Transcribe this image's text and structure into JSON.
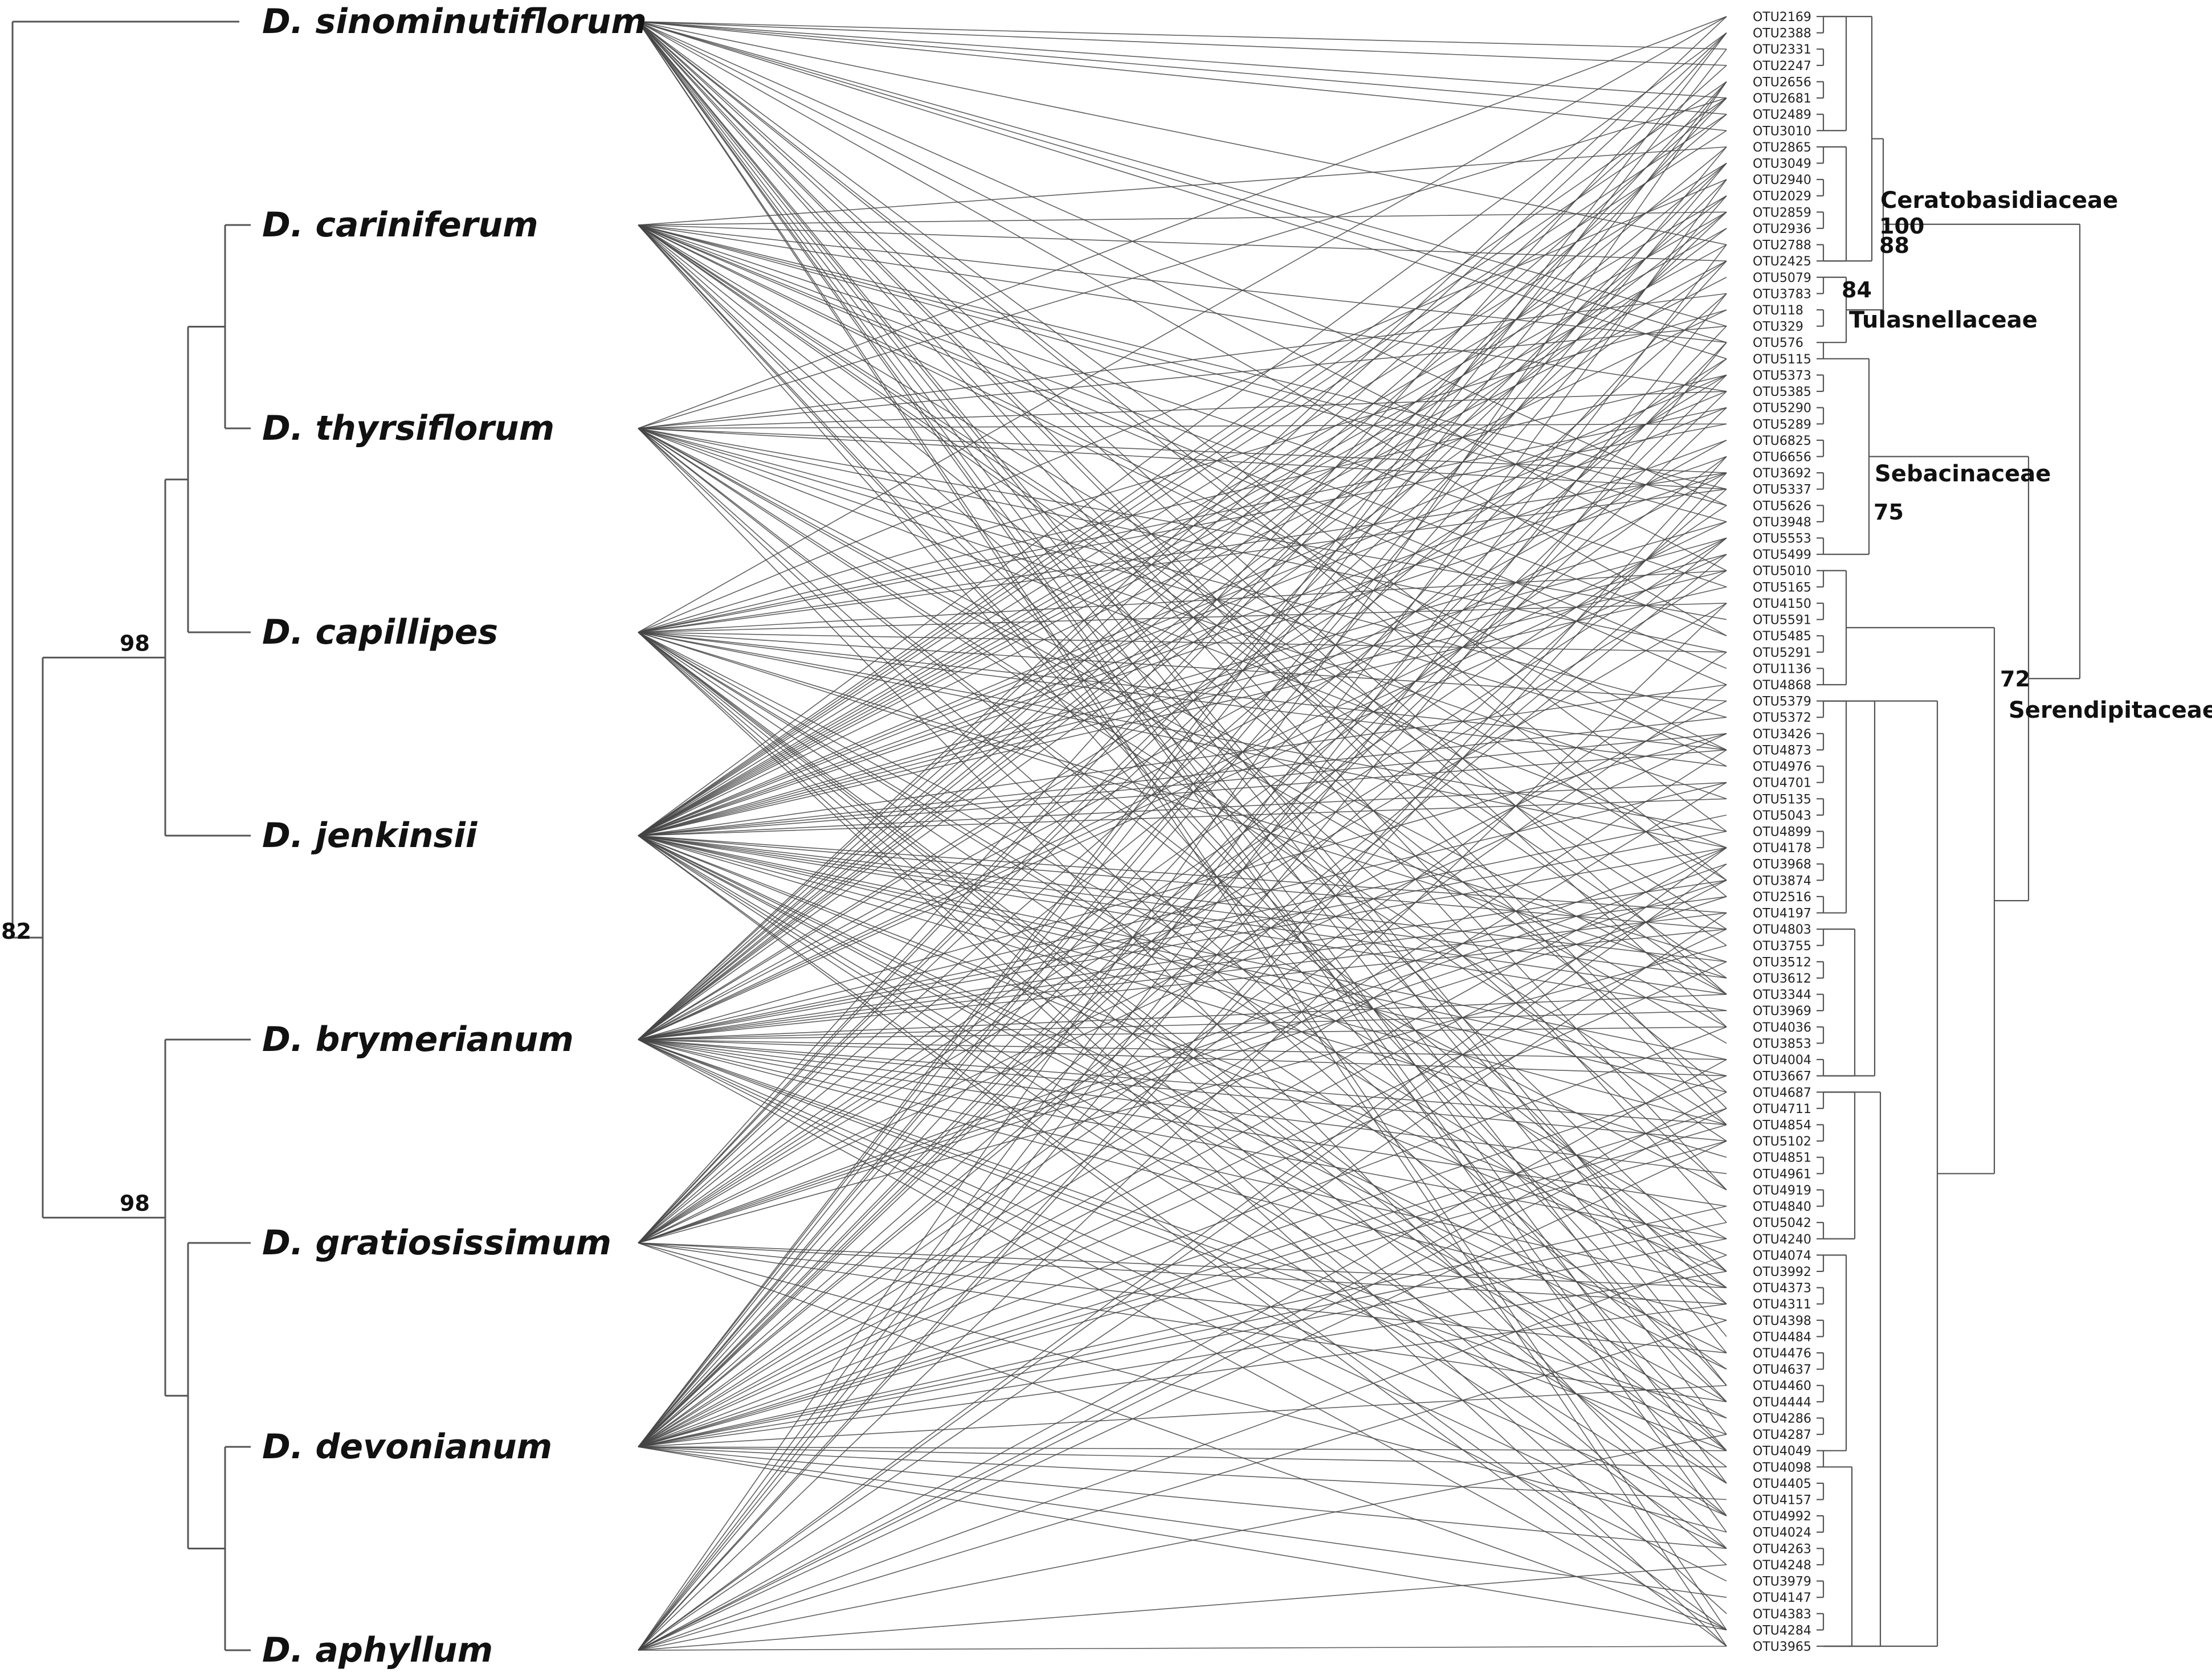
{
  "species": [
    "D. sinominutiflorum",
    "D. cariniferum",
    "D. thyrsiflorum",
    "D. capillipes",
    "D. jenkinsii",
    "D. brymerianum",
    "D. gratiosissimum",
    "D. devonianum",
    "D. aphyllum"
  ],
  "plant_bootstrap": {
    "upper_clade": "98",
    "lower_clade": "98",
    "root": "82"
  },
  "otus": [
    "OTU2169",
    "OTU2388",
    "OTU2331",
    "OTU2247",
    "OTU2656",
    "OTU2681",
    "OTU2489",
    "OTU3010",
    "OTU2865",
    "OTU3049",
    "OTU2940",
    "OTU2029",
    "OTU2859",
    "OTU2936",
    "OTU2788",
    "OTU2425",
    "OTU5079",
    "OTU3783",
    "OTU118",
    "OTU329",
    "OTU576",
    "OTU5115",
    "OTU5373",
    "OTU5385",
    "OTU5290",
    "OTU5289",
    "OTU6825",
    "OTU6656",
    "OTU3692",
    "OTU5337",
    "OTU5626",
    "OTU3948",
    "OTU5553",
    "OTU5499",
    "OTU5010",
    "OTU5165",
    "OTU4150",
    "OTU5591",
    "OTU5485",
    "OTU5291",
    "OTU1136",
    "OTU4868",
    "OTU5379",
    "OTU5372",
    "OTU3426",
    "OTU4873",
    "OTU4976",
    "OTU4701",
    "OTU5135",
    "OTU5043",
    "OTU4899",
    "OTU4178",
    "OTU3968",
    "OTU3874",
    "OTU2516",
    "OTU4197",
    "OTU4803",
    "OTU3755",
    "OTU3512",
    "OTU3612",
    "OTU3344",
    "OTU3969",
    "OTU4036",
    "OTU3853",
    "OTU4004",
    "OTU3667",
    "OTU4687",
    "OTU4711",
    "OTU4854",
    "OTU5102",
    "OTU4851",
    "OTU4961",
    "OTU4919",
    "OTU4840",
    "OTU5042",
    "OTU4240",
    "OTU4074",
    "OTU3992",
    "OTU4373",
    "OTU4311",
    "OTU4398",
    "OTU4484",
    "OTU4476",
    "OTU4637",
    "OTU4460",
    "OTU4444",
    "OTU4286",
    "OTU4287",
    "OTU4049",
    "OTU4098",
    "OTU4405",
    "OTU4157",
    "OTU4992",
    "OTU4024",
    "OTU4263",
    "OTU4248",
    "OTU3979",
    "OTU4147",
    "OTU4383",
    "OTU4284",
    "OTU3965"
  ],
  "families": [
    {
      "name": "Ceratobasidiaceae",
      "from": 0,
      "to": 15
    },
    {
      "name": "Tulasnellaceae",
      "from": 16,
      "to": 20
    },
    {
      "name": "Sebacinaceae",
      "from": 21,
      "to": 33
    },
    {
      "name": "Serendipitaceae",
      "from": 34,
      "to": 100
    }
  ],
  "fungal_bootstrap": {
    "ceratobasidiaceae": "100",
    "cerato_tulasnella": "88",
    "tulasnellaceae": "84",
    "sebacinaceae": "75",
    "serendipitaceae": "72"
  },
  "association_counts": [
    30,
    26,
    24,
    30,
    52,
    46,
    26,
    40,
    20
  ]
}
